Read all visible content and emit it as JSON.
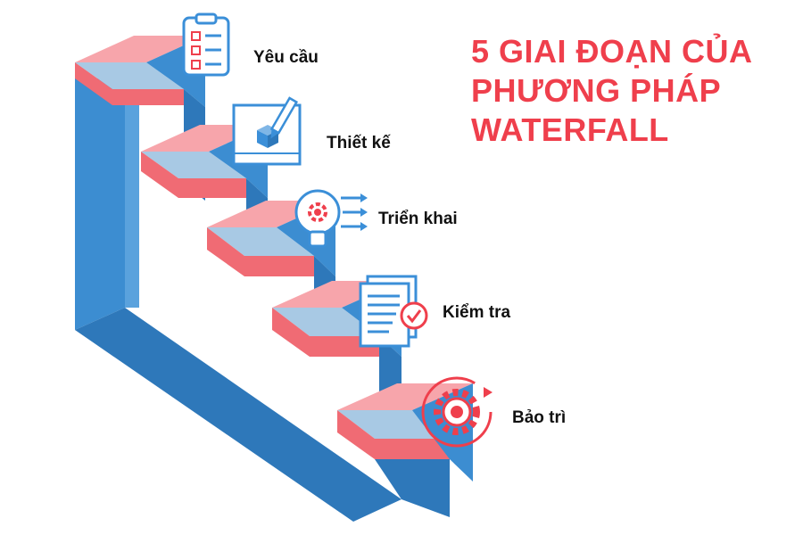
{
  "title": {
    "line1": "5 GIAI ĐOẠN CỦA",
    "line2": "PHƯƠNG PHÁP",
    "line3": "WATERFALL"
  },
  "stages": [
    {
      "label": "Yêu cầu",
      "icon": "checklist-icon"
    },
    {
      "label": "Thiết kế",
      "icon": "blueprint-pencil-icon"
    },
    {
      "label": "Triển khai",
      "icon": "lightbulb-gear-icon"
    },
    {
      "label": "Kiểm tra",
      "icon": "document-check-icon"
    },
    {
      "label": "Bảo trì",
      "icon": "maintenance-gear-icon"
    }
  ],
  "colors": {
    "title": "#ef3f4c",
    "step_top": "#a8c9e4",
    "step_side": "#3c8dd1",
    "step_side_dark": "#2e78ba",
    "riser_pink": "#f06b74",
    "riser_pink_light": "#f7a5ab",
    "icon_line": "#3b8fd8",
    "icon_accent": "#ef3f4c"
  }
}
